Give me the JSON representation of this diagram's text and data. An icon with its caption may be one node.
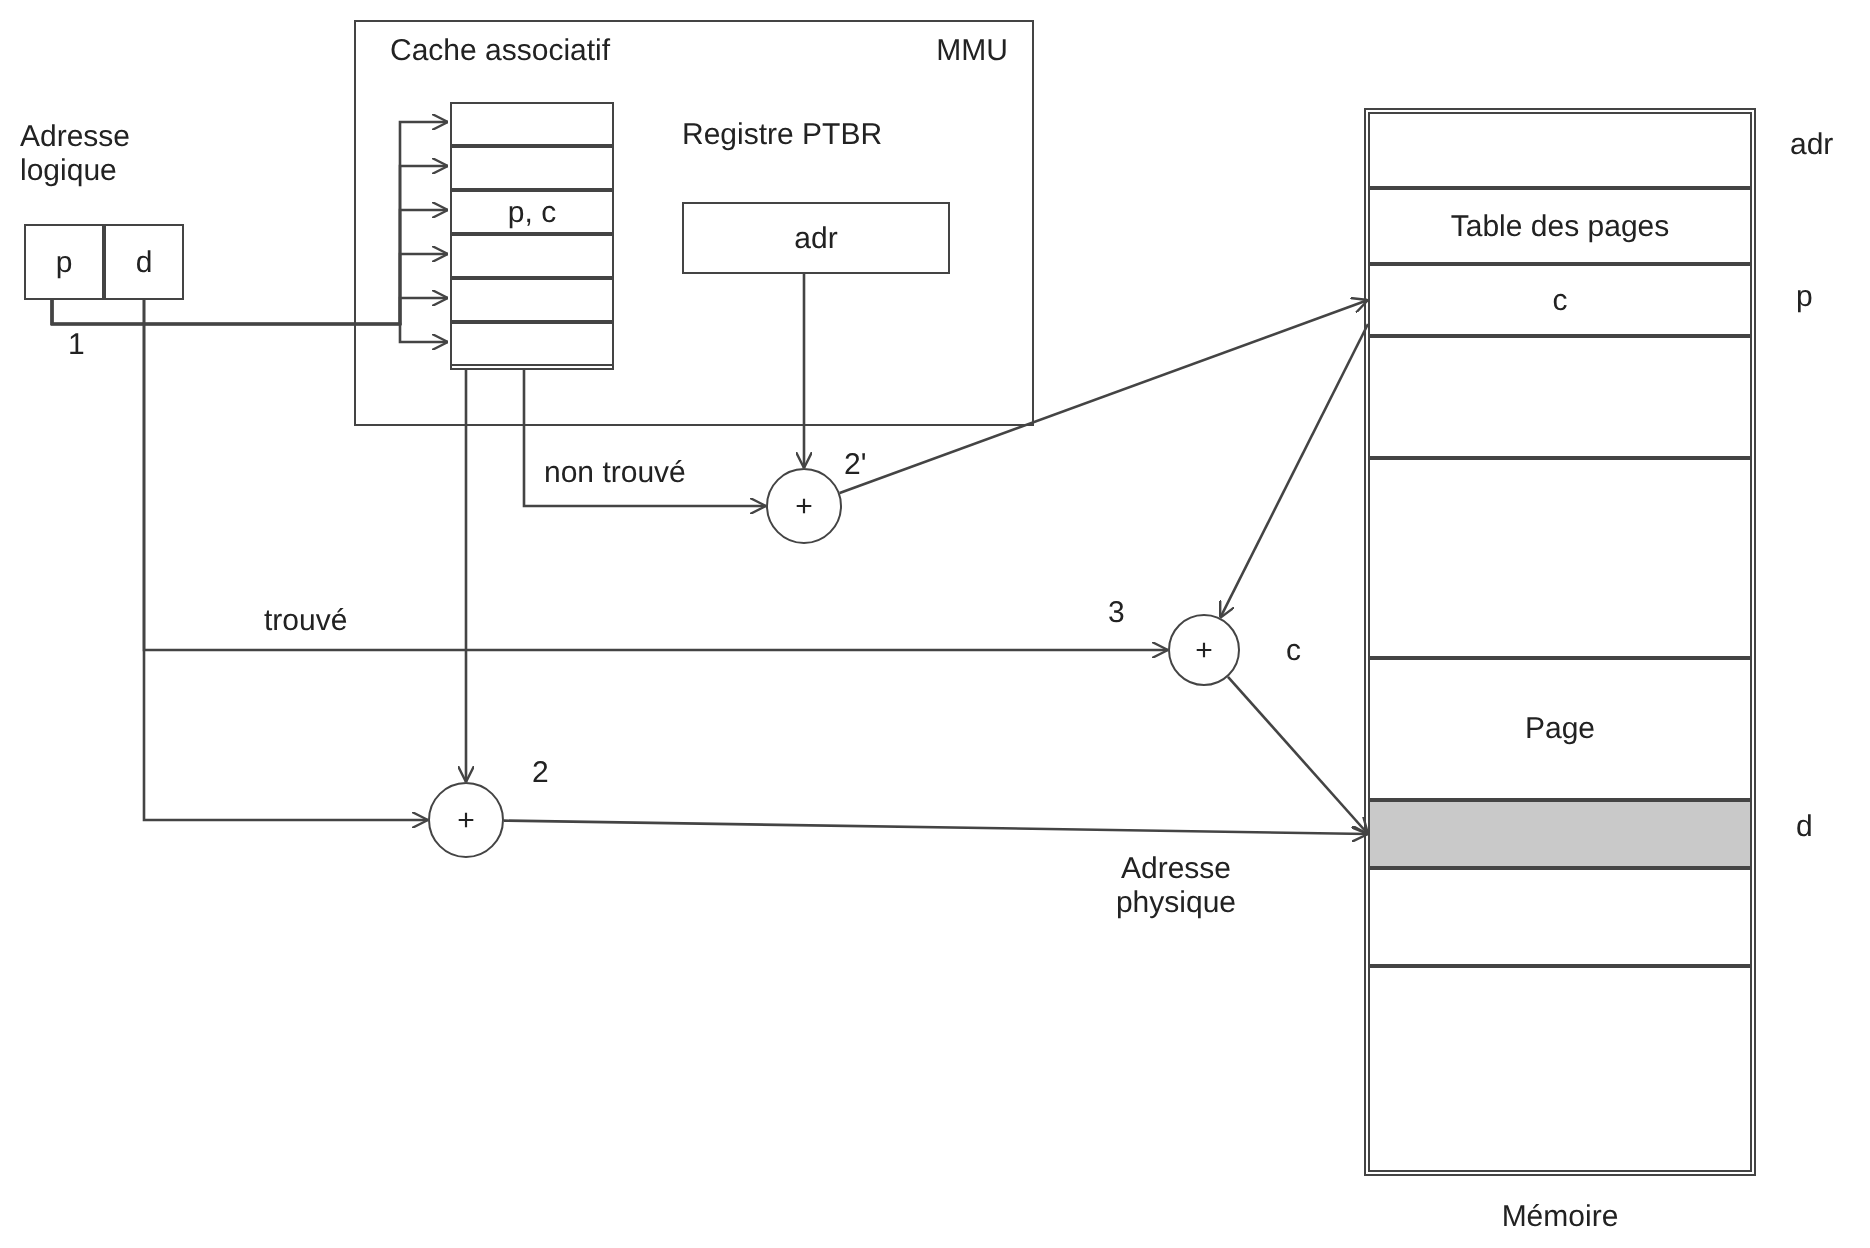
{
  "diagram": {
    "nodes": [
      {
        "text": [
          "Adresse logique"
        ]
      },
      {
        "text": [
          "p"
        ],
        "in": 0
      },
      {
        "text": [
          "d"
        ],
        "in": 0
      },
      {
        "text": [
          "MMU"
        ]
      },
      {
        "text": [
          "Cache associatif"
        ],
        "in": 3
      },
      {
        "text": [],
        "shape": "box",
        "in": 4
      },
      {
        "text": [],
        "shape": "box",
        "in": 4
      },
      {
        "text": [
          "p, c"
        ],
        "in": 4
      },
      {
        "text": [],
        "shape": "box",
        "in": 4
      },
      {
        "text": [],
        "shape": "box",
        "in": 4
      },
      {
        "text": [],
        "shape": "box",
        "in": 4
      },
      {
        "text": [
          "Registre PTBR",
          "adr"
        ],
        "in": 3
      },
      {
        "text": [
          "+"
        ],
        "beside": [
          "2'"
        ]
      },
      {
        "text": [
          "+"
        ],
        "beside": [
          "3"
        ]
      },
      {
        "text": [
          "+"
        ],
        "beside": [
          "2"
        ]
      },
      {
        "text": [
          "Mémoire"
        ]
      },
      {
        "text": [],
        "shape": "box",
        "in": 15,
        "beside": [
          "adr"
        ]
      },
      {
        "text": [
          "Table des pages"
        ],
        "in": 15
      },
      {
        "text": [
          "c"
        ],
        "in": 15,
        "beside": [
          "p"
        ]
      },
      {
        "text": [],
        "shape": "box",
        "in": 15
      },
      {
        "text": [],
        "shape": "box",
        "in": 15
      },
      {
        "text": [
          "Page"
        ],
        "in": 15,
        "beside": [
          "c"
        ]
      },
      {
        "text": [],
        "shape": "bar",
        "in": 15,
        "beside": [
          "d"
        ]
      },
      {
        "text": [],
        "shape": "box",
        "in": 15
      },
      {
        "text": [],
        "shape": "box",
        "in": 15
      }
    ],
    "edges": [
      {
        "from": 1,
        "to": 5,
        "arrow": "to"
      },
      {
        "from": 1,
        "to": 6,
        "arrow": "to"
      },
      {
        "from": 1,
        "to": 7,
        "arrow": "to"
      },
      {
        "from": 1,
        "to": 8,
        "arrow": "to"
      },
      {
        "from": 1,
        "to": 9,
        "arrow": "to"
      },
      {
        "from": 1,
        "to": 10,
        "arrow": "to"
      },
      {
        "from": 4,
        "to": 14,
        "arrow": "to"
      },
      {
        "from": 4,
        "to": 12,
        "arrow": "to",
        "label": "non trouvé"
      },
      {
        "from": 11,
        "to": 12,
        "arrow": "to"
      },
      {
        "from": 12,
        "to": 18,
        "arrow": "to"
      },
      {
        "from": 18,
        "to": 13,
        "arrow": "to"
      },
      {
        "from": 2,
        "to": 13,
        "arrow": "to",
        "label": "trouvé"
      },
      {
        "from": 2,
        "to": 14,
        "arrow": "to"
      },
      {
        "from": 13,
        "to": 22,
        "arrow": "to"
      },
      {
        "from": 14,
        "to": 22,
        "arrow": "to",
        "label": "Adresse physique"
      }
    ],
    "labels": [
      "1"
    ]
  }
}
